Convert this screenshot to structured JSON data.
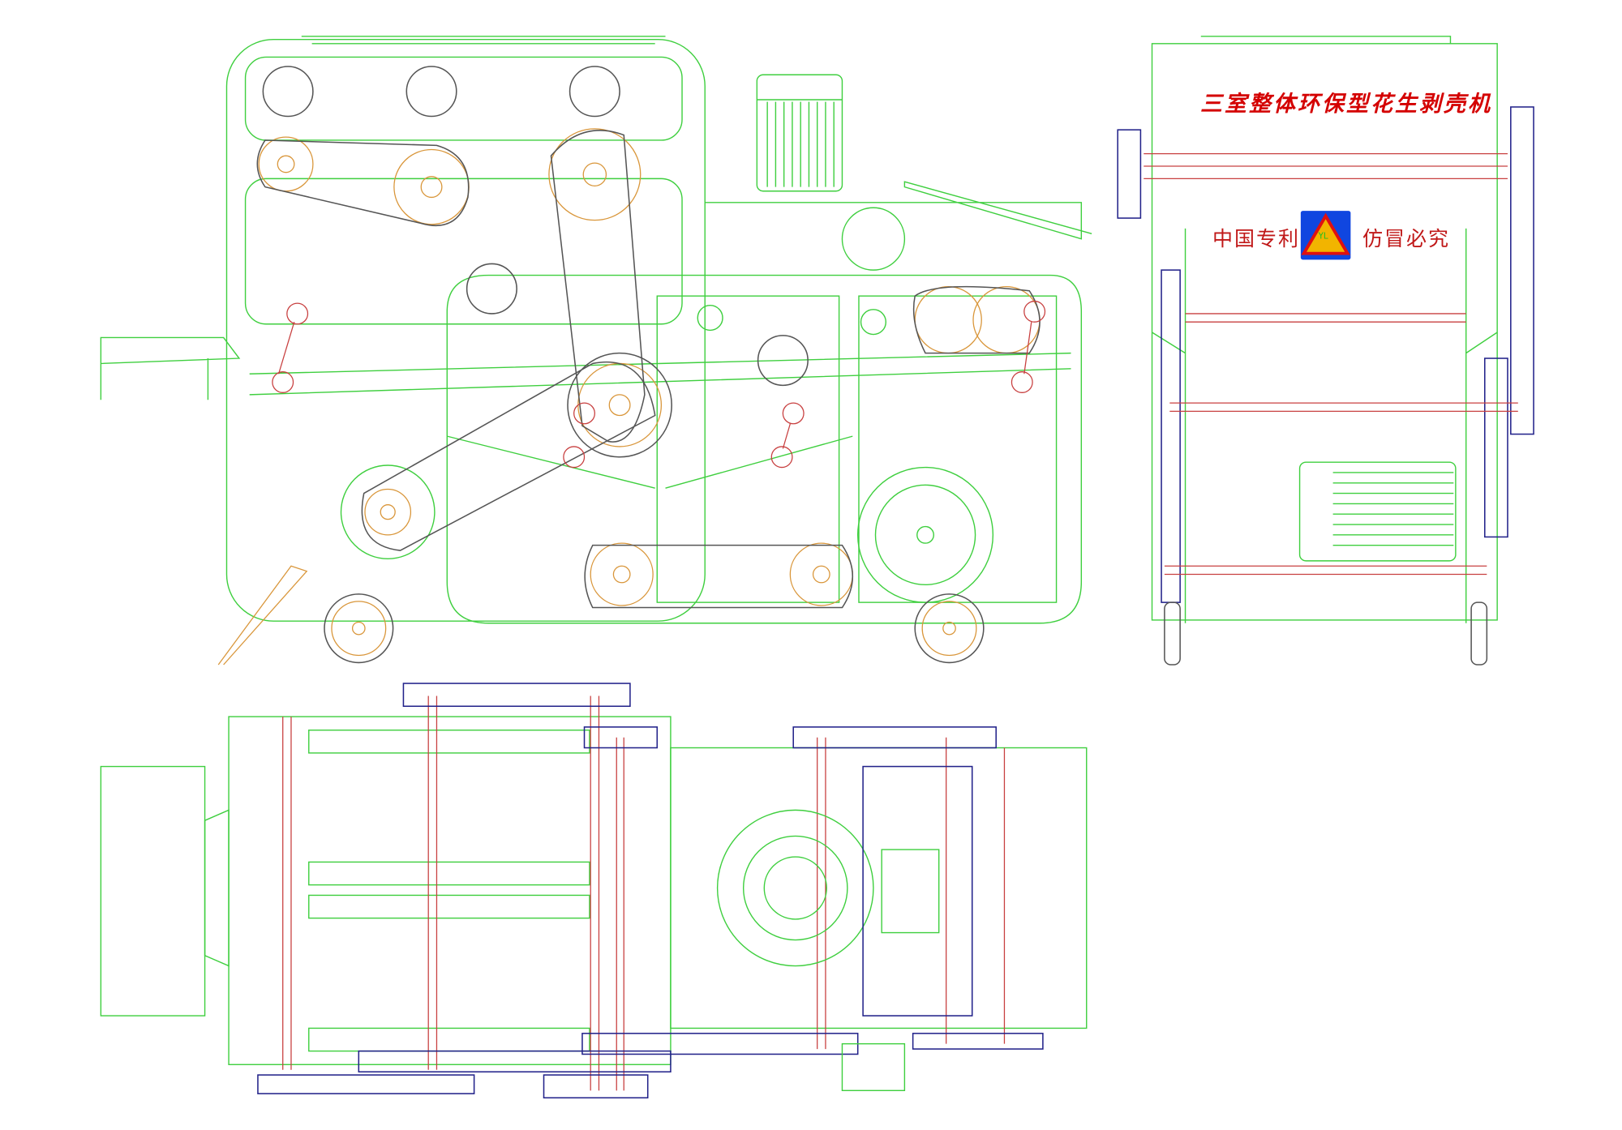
{
  "drawing": {
    "title": "三室整体环保型花生剥壳机",
    "patent_label": "中国专利",
    "warning_label": "仿冒必究",
    "logo": {
      "text": "YL",
      "colors": {
        "background": "#1046e0",
        "triangle": "#f2b400",
        "border": "#e01010",
        "text": "#20c020"
      }
    }
  },
  "colors": {
    "outline": "#3fcf3f",
    "part": "#d9963a",
    "shaft": "#c84040",
    "frame": "#22228a",
    "belt": "#555555",
    "title": "#d40000"
  }
}
